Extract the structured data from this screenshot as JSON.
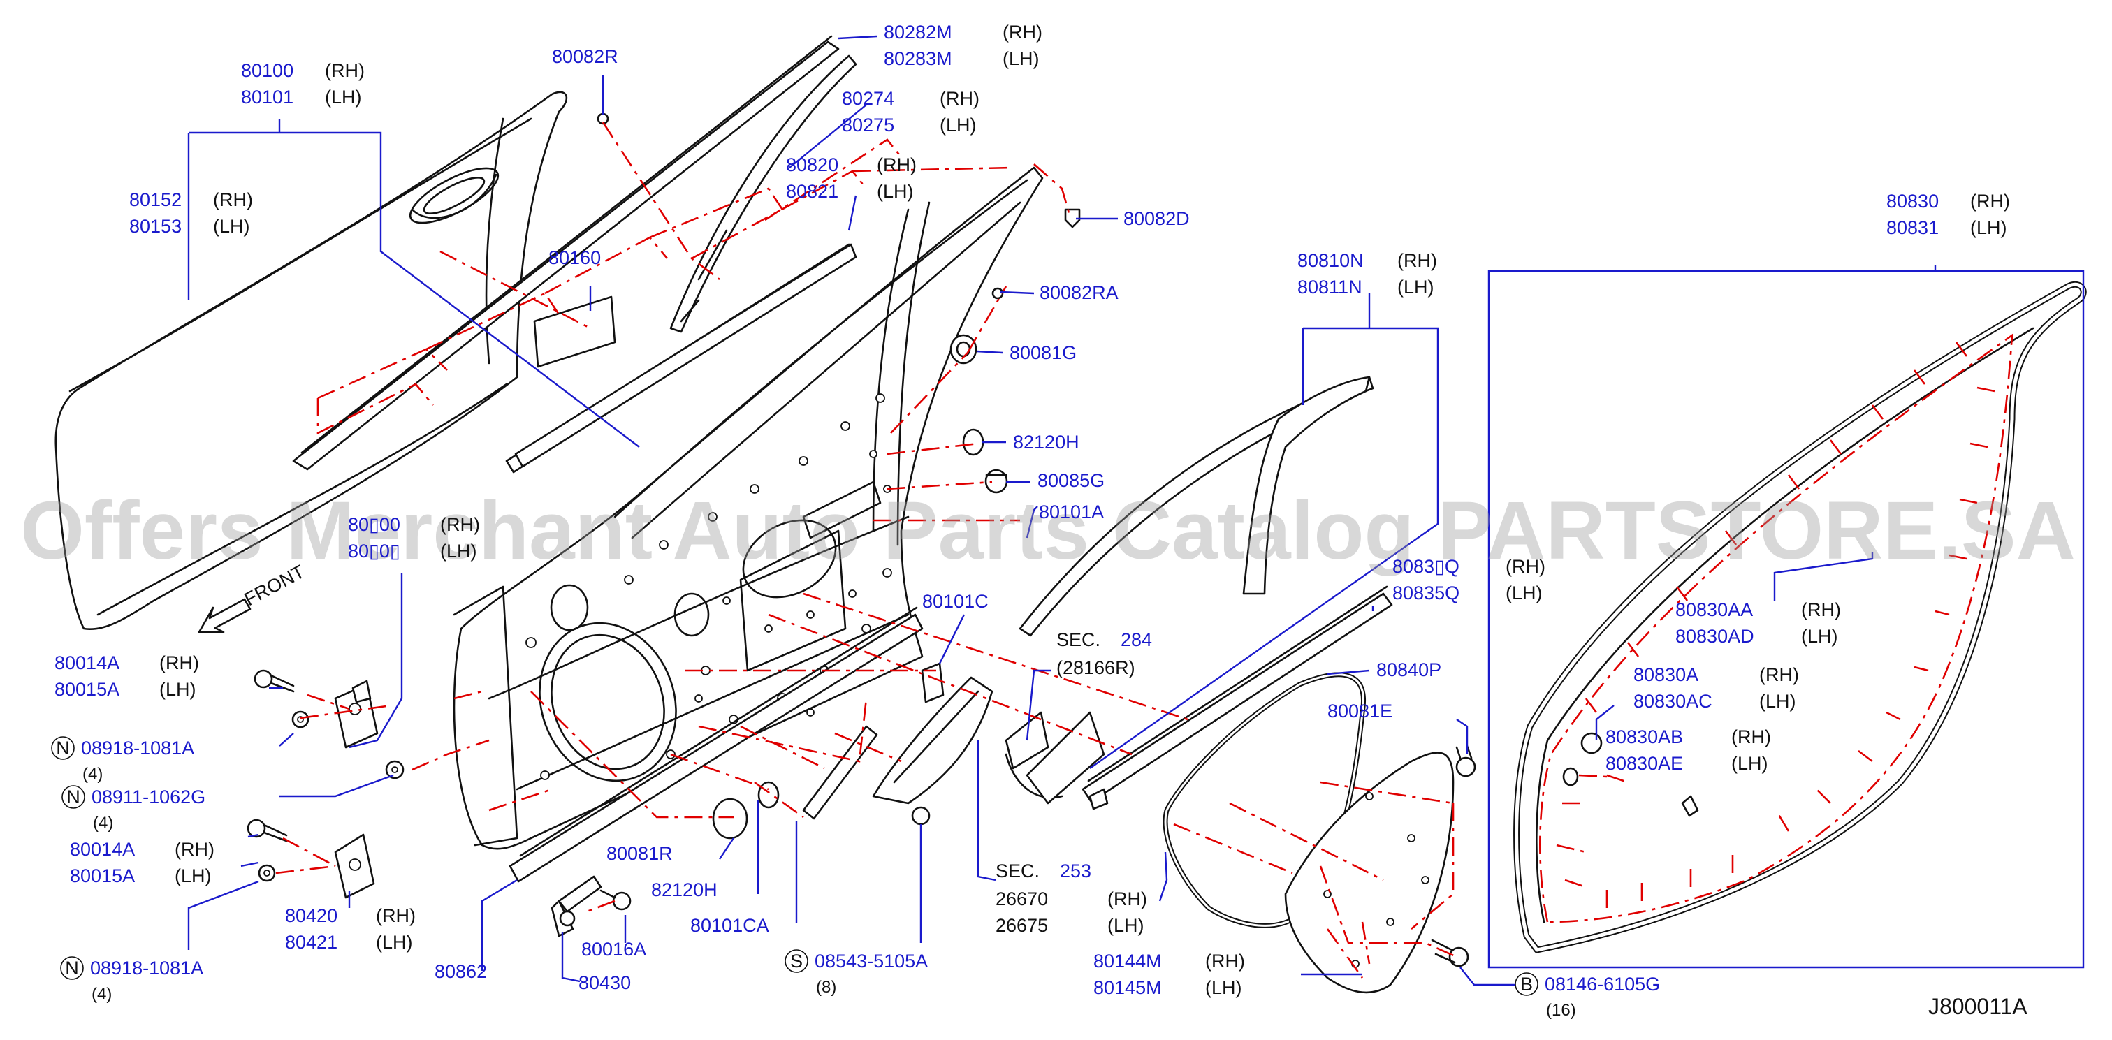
{
  "diagram": {
    "code": "J800011A",
    "watermark": "Offers Merchant Auto Parts Catalog PARTSTORE.SA",
    "side_rh": "(RH)",
    "side_lh": "(LH)",
    "front_label": "FRONT",
    "callouts": [
      {
        "id": "80100",
        "rh": "80100",
        "lh": "80101"
      },
      {
        "id": "80152",
        "rh": "80152",
        "lh": "80153"
      },
      {
        "id": "80082R",
        "part": "80082R"
      },
      {
        "id": "80160",
        "part": "80160"
      },
      {
        "id": "80282M",
        "rh": "80282M",
        "lh": "80283M"
      },
      {
        "id": "80274",
        "rh": "80274",
        "lh": "80275"
      },
      {
        "id": "80820",
        "rh": "80820",
        "lh": "80821"
      },
      {
        "id": "80082D",
        "part": "80082D"
      },
      {
        "id": "80082RA",
        "part": "80082RA"
      },
      {
        "id": "80081G",
        "part": "80081G"
      },
      {
        "id": "82120H_top",
        "part": "82120H"
      },
      {
        "id": "80085G",
        "part": "80085G"
      },
      {
        "id": "80101A",
        "part": "80101A"
      },
      {
        "id": "80101C",
        "part": "80101C"
      },
      {
        "id": "sec284",
        "prefix": "SEC.",
        "num": "284",
        "sub": "(28166R)"
      },
      {
        "id": "80810N",
        "rh": "80810N",
        "lh": "80811N"
      },
      {
        "id": "80834Q",
        "rh": "8083▯Q",
        "lh": "80835Q"
      },
      {
        "id": "80840P",
        "part": "80840P"
      },
      {
        "id": "80081E",
        "part": "80081E"
      },
      {
        "id": "80830",
        "rh": "80830",
        "lh": "80831"
      },
      {
        "id": "80830AA",
        "rh": "80830AA",
        "lh": "80830AD"
      },
      {
        "id": "80830A",
        "rh": "80830A",
        "lh": "80830AC"
      },
      {
        "id": "80830AB",
        "rh": "80830AB",
        "lh": "80830AE"
      },
      {
        "id": "80400",
        "rh": "80▯00",
        "lh": "80▯0▯"
      },
      {
        "id": "80014A_top",
        "rh": "80014A",
        "lh": "80015A"
      },
      {
        "id": "n08918_top",
        "badge": "N",
        "part": "08918-1081A",
        "qty": "(4)"
      },
      {
        "id": "n08911",
        "badge": "N",
        "part": "08911-1062G",
        "qty": "(4)"
      },
      {
        "id": "80014A_bot",
        "rh": "80014A",
        "lh": "80015A"
      },
      {
        "id": "80420",
        "rh": "80420",
        "lh": "80421"
      },
      {
        "id": "n08918_bot",
        "badge": "N",
        "part": "08918-1081A",
        "qty": "(4)"
      },
      {
        "id": "80862",
        "part": "80862"
      },
      {
        "id": "80430",
        "part": "80430"
      },
      {
        "id": "80016A",
        "part": "80016A"
      },
      {
        "id": "80081R",
        "part": "80081R"
      },
      {
        "id": "82120H_bot",
        "part": "82120H"
      },
      {
        "id": "80101CA",
        "part": "80101CA"
      },
      {
        "id": "s08543",
        "badge": "S",
        "part": "08543-5105A",
        "qty": "(8)"
      },
      {
        "id": "sec253",
        "prefix": "SEC.",
        "num": "253",
        "rh": "26670",
        "lh": "26675"
      },
      {
        "id": "80144M",
        "rh": "80144M",
        "lh": "80145M"
      },
      {
        "id": "b08146",
        "badge": "B",
        "part": "08146-6105G",
        "qty": "(16)"
      }
    ]
  }
}
